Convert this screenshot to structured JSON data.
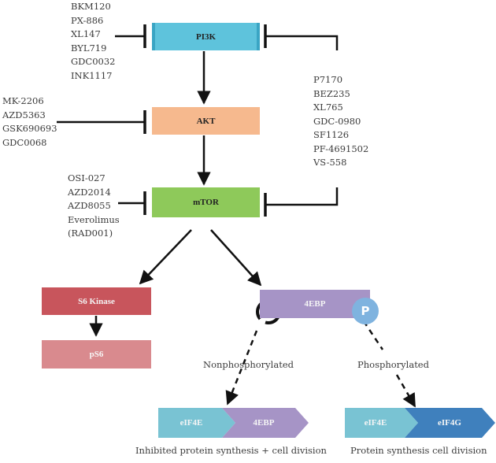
{
  "inhibitors": {
    "pi3k_left": [
      "BKM120",
      "PX-886",
      "XL147",
      "BYL719",
      "GDC0032",
      "INK1117"
    ],
    "dual": [
      "P7170",
      "BEZ235",
      "XL765",
      "GDC-0980",
      "SF1126",
      "PF-4691502",
      "VS-558"
    ],
    "akt": [
      "MK-2206",
      "AZD5363",
      "GSK690693",
      "GDC0068"
    ],
    "mtor": [
      "OSI-027",
      "AZD2014",
      "AZD8055",
      "Everolimus",
      "(RAD001)"
    ]
  },
  "nodes": {
    "pi3k": "PI3K",
    "akt": "AKT",
    "mtor": "mTOR",
    "s6kinase": "S6 Kinase",
    "ps6": "pS6",
    "4ebp": "4EBP",
    "phospho": "P"
  },
  "states": {
    "nonphosphorylated": "Nonphosphorylated",
    "phosphorylated": "Phosphorylated"
  },
  "complexes": {
    "left": {
      "a": "eIF4E",
      "b": "4EBP",
      "caption": "Inhibited protein synthesis + cell division"
    },
    "right": {
      "a": "eIF4E",
      "b": "eIF4G",
      "caption": "Protein synthesis cell division"
    }
  },
  "colors": {
    "pi3k": "#5ec3dc",
    "akt": "#f6b98e",
    "mtor": "#8ec95a",
    "s6kinase": "#c8555c",
    "ps6": "#d98a8e",
    "4ebp": "#a694c6",
    "phospho": "#7fb3df",
    "eif4e": "#79c3d3",
    "eif4g": "#3f80bd"
  }
}
